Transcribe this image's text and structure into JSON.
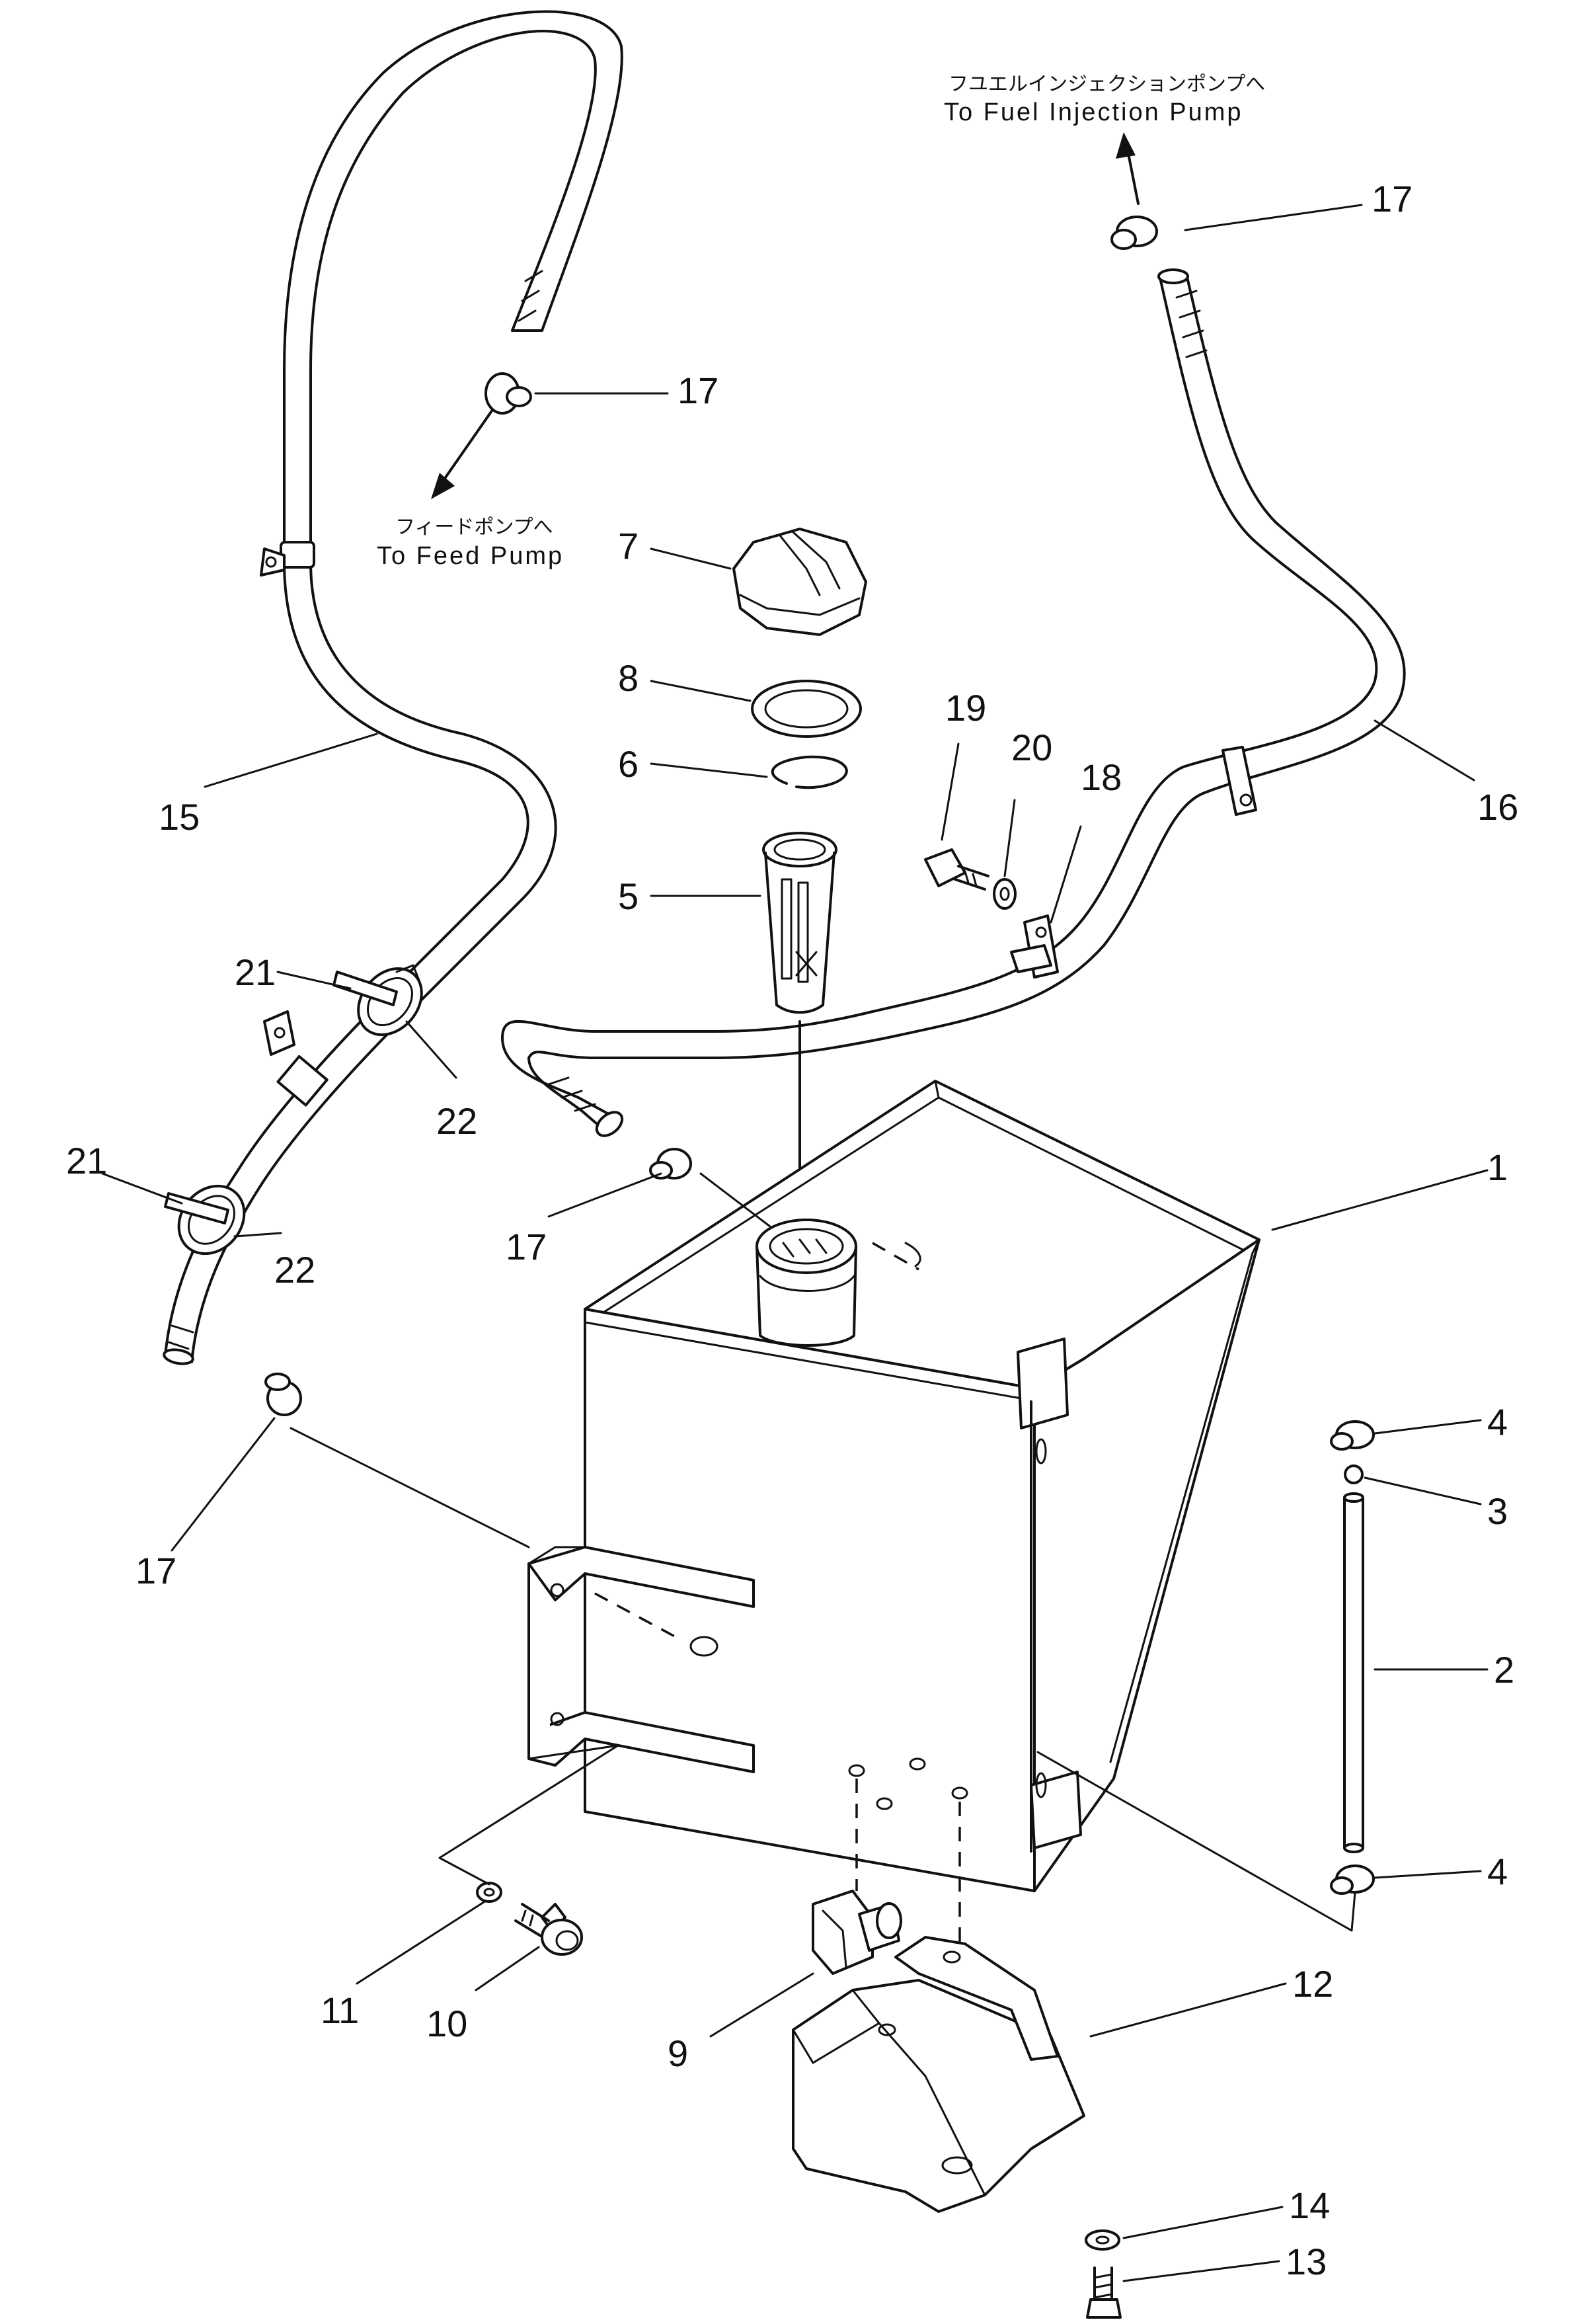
{
  "captions": {
    "injection_jp": "フユエルインジェクションポンプへ",
    "injection_en": "To  Fuel  Injection  Pump",
    "feed_jp": "フィードポンプへ",
    "feed_en": "To Feed Pump"
  },
  "callouts": {
    "c1": "1",
    "c2": "2",
    "c3": "3",
    "c4a": "4",
    "c4b": "4",
    "c5": "5",
    "c6": "6",
    "c7": "7",
    "c8": "8",
    "c9": "9",
    "c10": "10",
    "c11": "11",
    "c12": "12",
    "c13": "13",
    "c14": "14",
    "c15": "15",
    "c16": "16",
    "c17a": "17",
    "c17b": "17",
    "c17c": "17",
    "c17d": "17",
    "c18": "18",
    "c19": "19",
    "c20": "20",
    "c21a": "21",
    "c21b": "21",
    "c22a": "22",
    "c22b": "22"
  }
}
